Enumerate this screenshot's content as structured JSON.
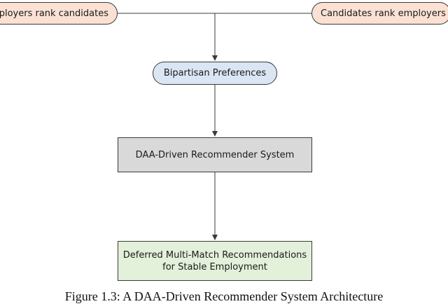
{
  "nodes": {
    "employers_rank": "mployers rank candidates",
    "candidates_rank": "Candidates rank employers",
    "bipartisan": "Bipartisan Preferences",
    "recommender": "DAA-Driven Recommender System",
    "output_line1": "Deferred Multi-Match Recommendations",
    "output_line2": "for Stable Employment"
  },
  "caption": "Figure 1.3: A DAA-Driven Recommender System Architecture",
  "colors": {
    "source_fill": "#fbe1d4",
    "preferences_fill": "#dae6f4",
    "engine_fill": "#d9d9d9",
    "output_fill": "#e3f0da",
    "stroke": "#3a3a3a"
  }
}
